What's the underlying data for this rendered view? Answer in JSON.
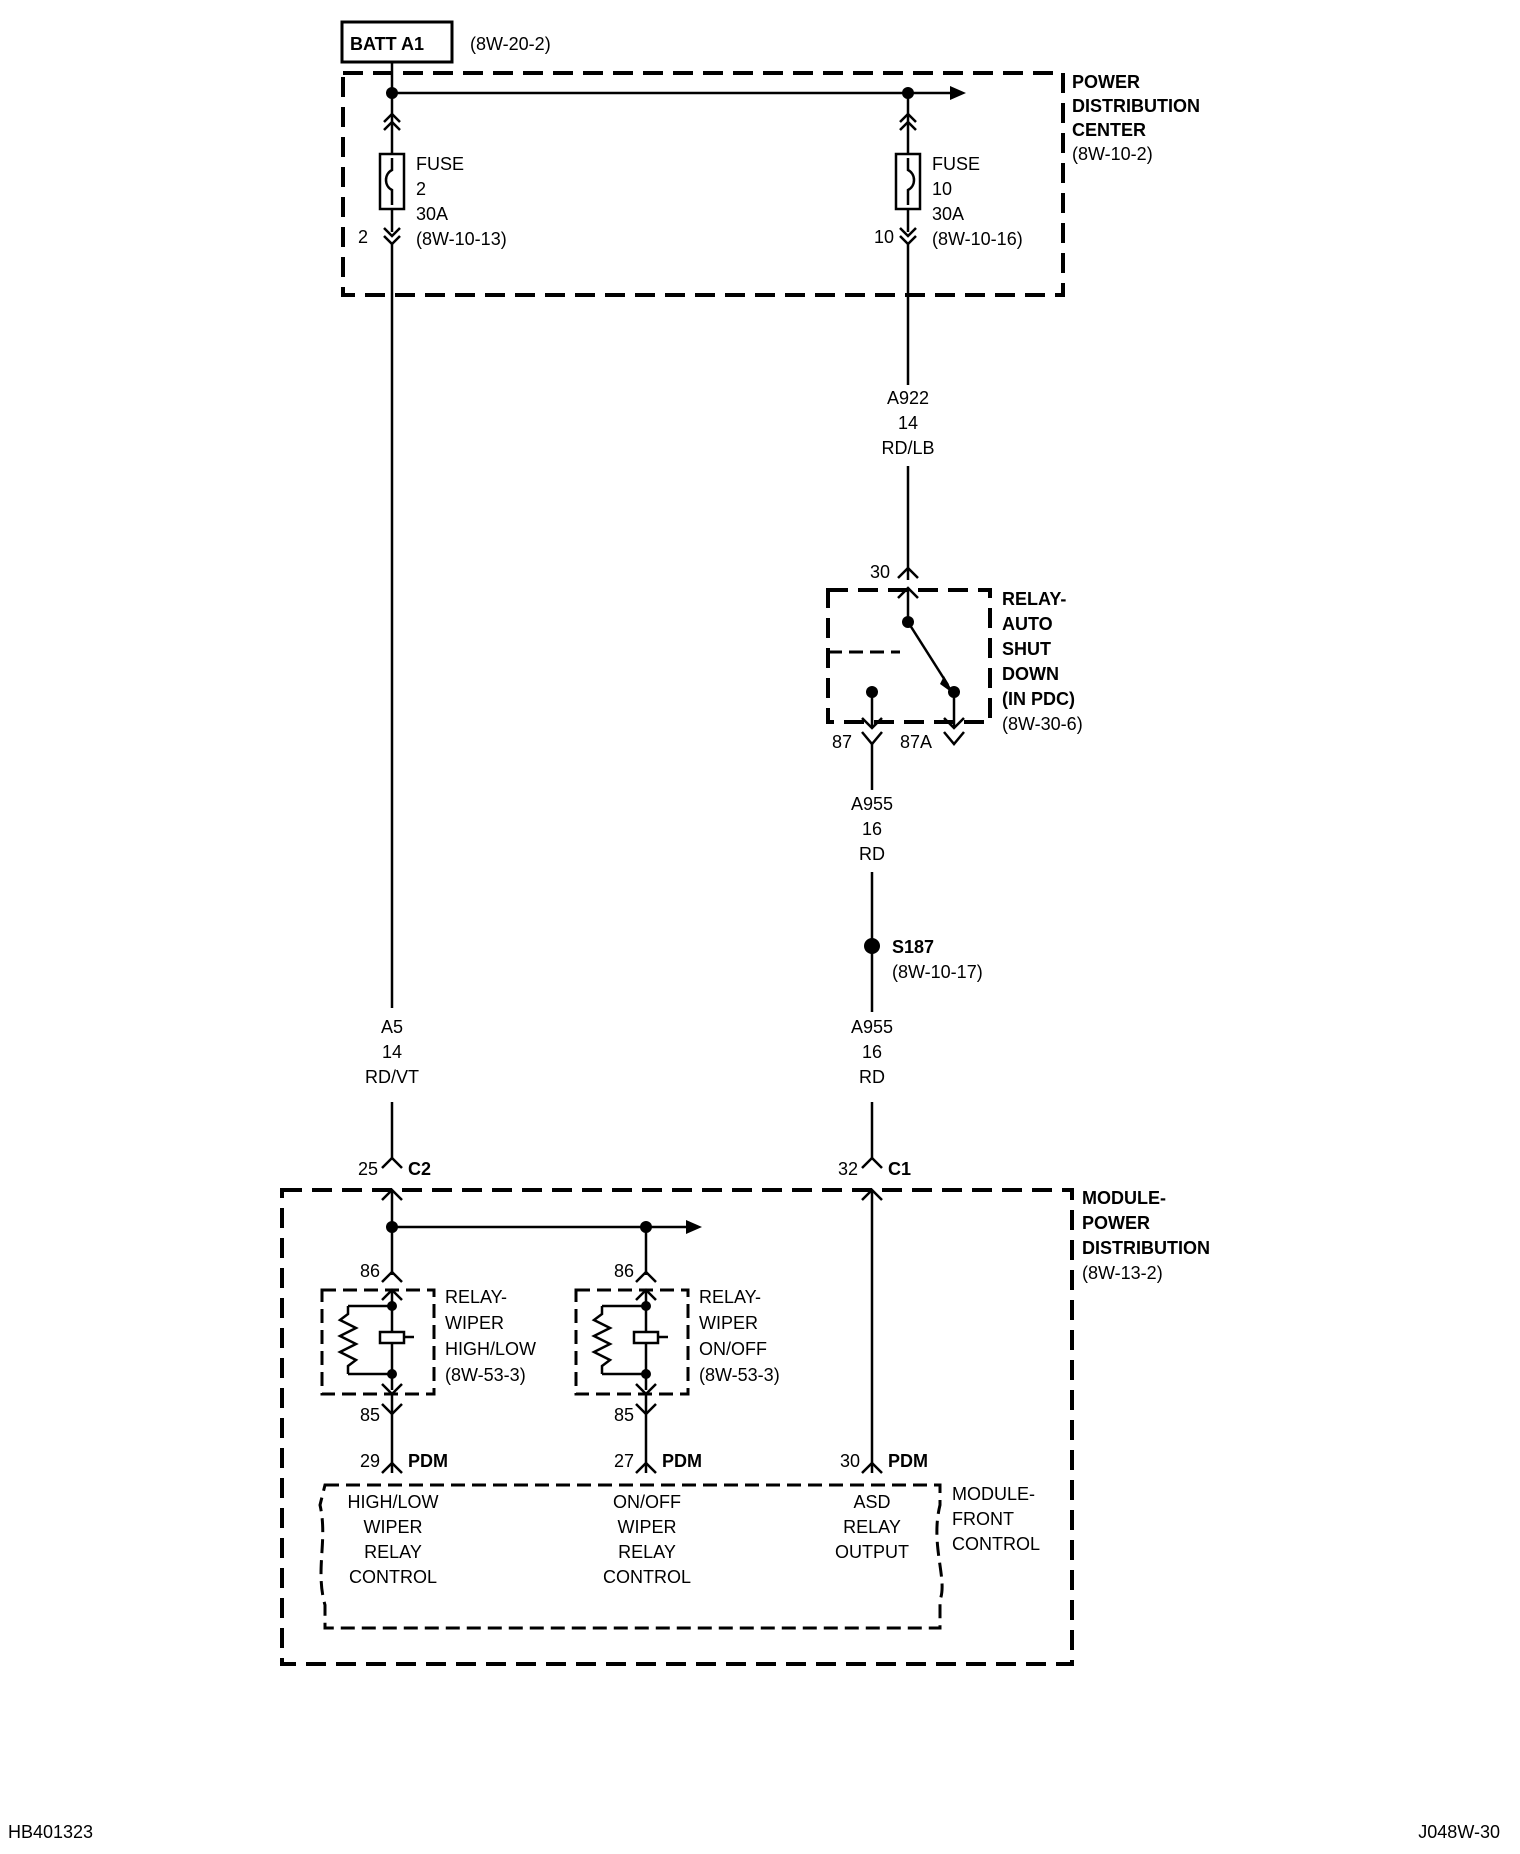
{
  "source": {
    "label": "BATT A1",
    "ref": "(8W-20-2)"
  },
  "pdc": {
    "lines": [
      "POWER",
      "DISTRIBUTION",
      "CENTER"
    ],
    "ref": "(8W-10-2)"
  },
  "fuse2": {
    "lines": [
      "FUSE",
      "2",
      "30A",
      "(8W-10-13)"
    ],
    "pin": "2"
  },
  "fuse10": {
    "lines": [
      "FUSE",
      "10",
      "30A",
      "(8W-10-16)"
    ],
    "pin": "10"
  },
  "wire_a922": [
    "A922",
    "14",
    "RD/LB"
  ],
  "asd_relay": {
    "lines": [
      "RELAY-",
      "AUTO",
      "SHUT",
      "DOWN",
      "(IN PDC)"
    ],
    "ref": "(8W-30-6)",
    "pin_30": "30",
    "pin_87": "87",
    "pin_87a": "87A"
  },
  "wire_a955_upper": [
    "A955",
    "16",
    "RD"
  ],
  "splice": {
    "id": "S187",
    "ref": "(8W-10-17)"
  },
  "wire_a955_lower": [
    "A955",
    "16",
    "RD"
  ],
  "wire_a5": [
    "A5",
    "14",
    "RD/VT"
  ],
  "connector_c2": {
    "pin": "25",
    "name": "C2"
  },
  "connector_c1": {
    "pin": "32",
    "name": "C1"
  },
  "pdm": {
    "lines": [
      "MODULE-",
      "POWER",
      "DISTRIBUTION"
    ],
    "ref": "(8W-13-2)"
  },
  "relay_highlow": {
    "lines": [
      "RELAY-",
      "WIPER",
      "HIGH/LOW",
      "(8W-53-3)"
    ],
    "pin_86": "86",
    "pin_85": "85"
  },
  "relay_onoff": {
    "lines": [
      "RELAY-",
      "WIPER",
      "ON/OFF",
      "(8W-53-3)"
    ],
    "pin_86": "86",
    "pin_85": "85"
  },
  "pdm_pins": [
    {
      "pin": "29",
      "conn": "PDM"
    },
    {
      "pin": "27",
      "conn": "PDM"
    },
    {
      "pin": "30",
      "conn": "PDM"
    }
  ],
  "fcm": {
    "lines": [
      "MODULE-",
      "FRONT",
      "CONTROL"
    ]
  },
  "fcm_circuits": [
    [
      "HIGH/LOW",
      "WIPER",
      "RELAY",
      "CONTROL"
    ],
    [
      "ON/OFF",
      "WIPER",
      "RELAY",
      "CONTROL"
    ],
    [
      "ASD",
      "RELAY",
      "OUTPUT"
    ]
  ],
  "footer": {
    "left": "HB401323",
    "right": "J048W-30"
  }
}
